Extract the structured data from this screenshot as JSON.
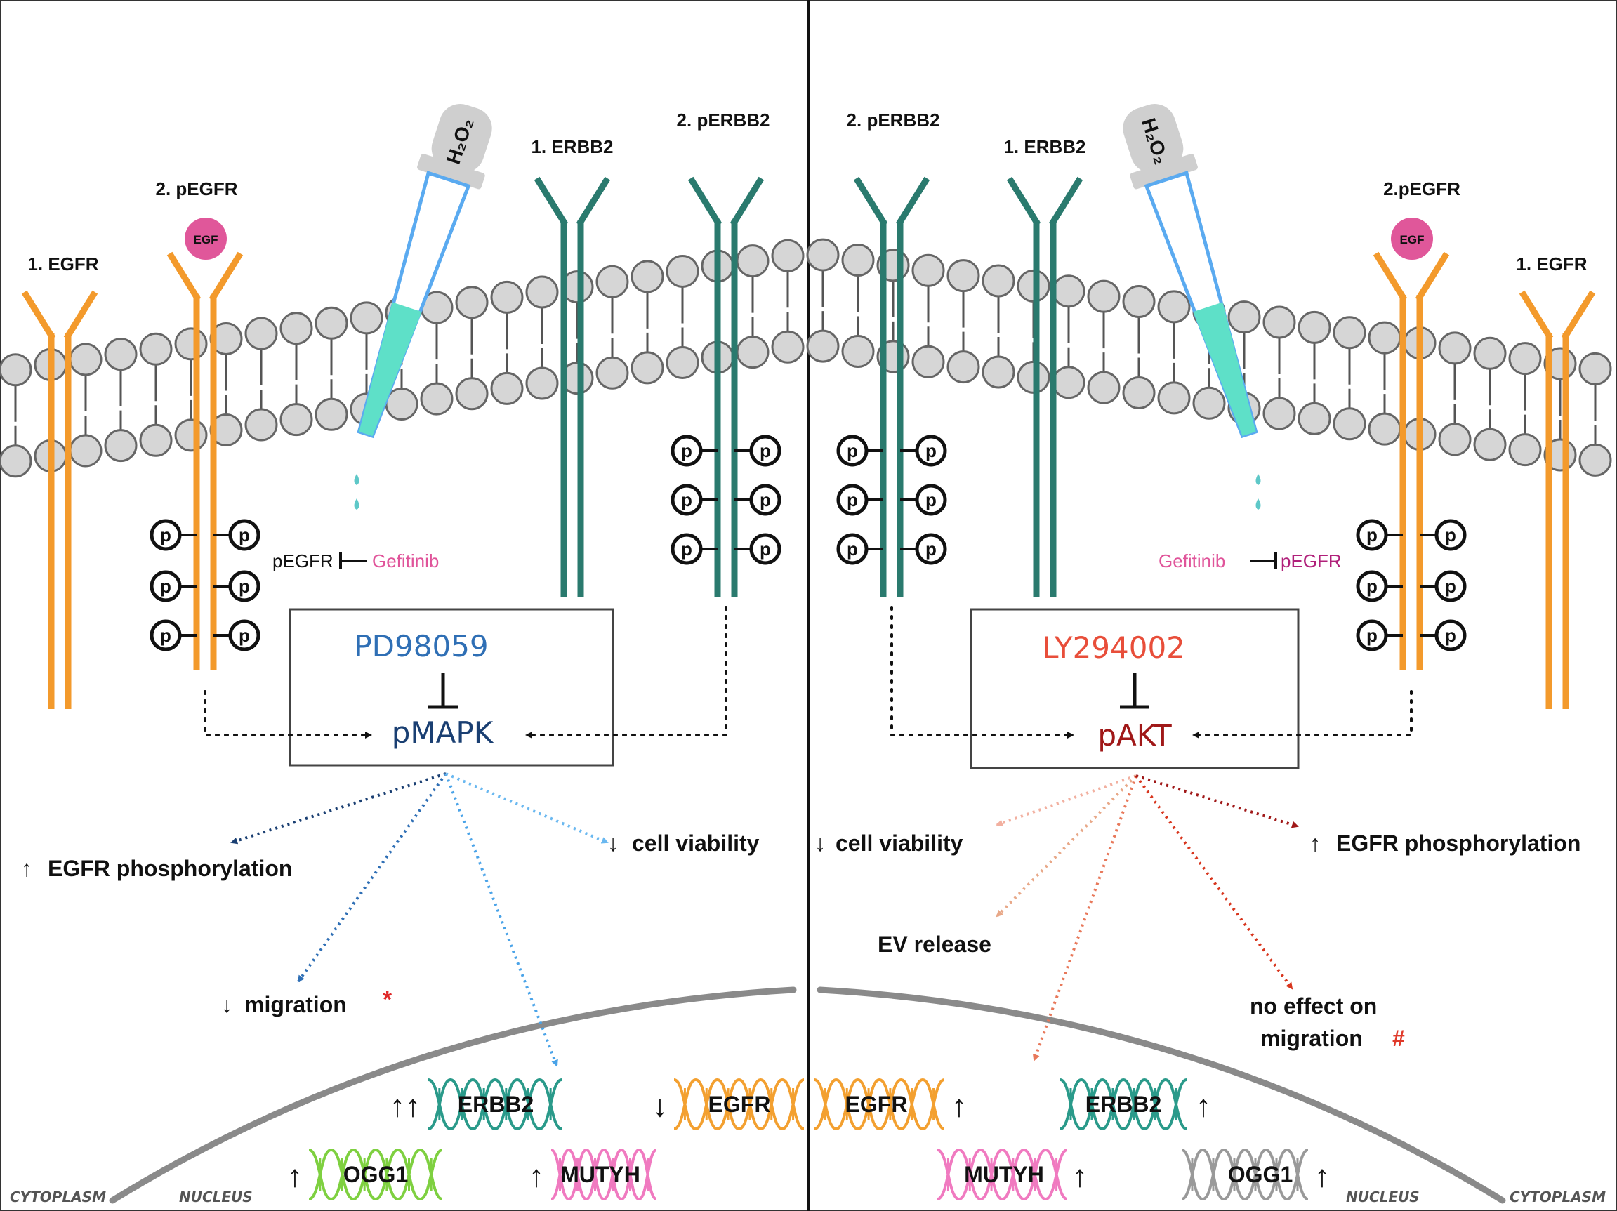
{
  "colors": {
    "egfr": "#f39a2c",
    "erbb2": "#2a7a6e",
    "pmapk": "#1a3f72",
    "pd98059": "#2f6fb5",
    "pakt": "#a01818",
    "ly294002": "#e84e3a",
    "gefitinib": "#e0549a",
    "pegfr_inhib": "#b0207a",
    "egf": "#e0579a",
    "lipid_head": "#d6d6d6",
    "membrane_line": "#555555",
    "nucleus_arc": "#888888",
    "asterisk": "#e02a2a",
    "hash": "#e03a2a"
  },
  "left": {
    "egfr1_label": "1. EGFR",
    "pegfr2_label": "2. pEGFR",
    "egf_label": "EGF",
    "erbb2_1_label": "1. ERBB2",
    "perbb2_2_label": "2. pERBB2",
    "h2o2_label": "H₂O₂",
    "pegfr_inhib_label": "pEGFR",
    "gefitinib_label": "Gefitinib",
    "inhibitor": "PD98059",
    "target": "pMAPK",
    "effect_egfr_phos": "EGFR phosphorylation",
    "effect_cell_viability": "cell viability",
    "effect_migration": "migration",
    "asterisk": "*",
    "arrow_up": "↑",
    "arrow_down": "↓",
    "arrow_up2": "↑↑",
    "gene_erbb2": "ERBB2",
    "gene_egfr": "EGFR",
    "gene_ogg1": "OGG1",
    "gene_mutyh": "MUTYH",
    "cytoplasm": "CYTOPLASM",
    "nucleus": "NUCLEUS"
  },
  "right": {
    "egfr1_label": "1. EGFR",
    "pegfr2_label": "2.pEGFR",
    "egf_label": "EGF",
    "erbb2_1_label": "1. ERBB2",
    "perbb2_2_label": "2. pERBB2",
    "h2o2_label": "H₂O₂",
    "pegfr_inhib_label": "pEGFR",
    "gefitinib_label": "Gefitinib",
    "inhibitor": "LY294002",
    "target": "pAKT",
    "effect_cell_viability": "cell viability",
    "effect_egfr_phos": "EGFR phosphorylation",
    "effect_ev_release": "EV release",
    "effect_no_effect_1": "no effect on",
    "effect_no_effect_2": "migration",
    "hash": "#",
    "arrow_up": "↑",
    "arrow_down": "↓",
    "gene_egfr": "EGFR",
    "gene_erbb2": "ERBB2",
    "gene_mutyh": "MUTYH",
    "gene_ogg1": "OGG1",
    "cytoplasm": "CYTOPLASM",
    "nucleus": "NUCLEUS"
  },
  "phospho_label": "p"
}
